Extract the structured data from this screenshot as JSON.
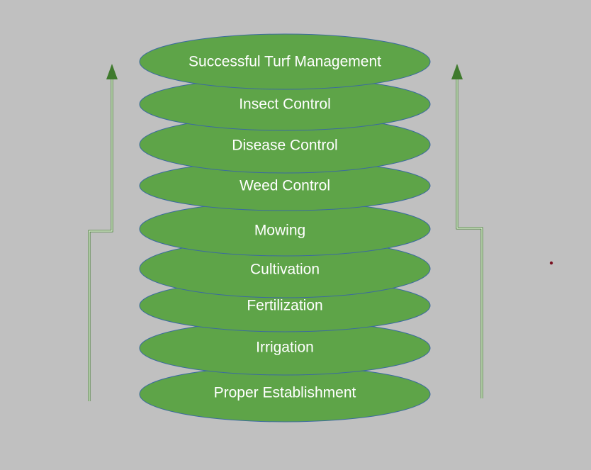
{
  "diagram": {
    "layers_top_to_bottom": [
      "Successful Turf Management",
      "Insect Control",
      "Disease Control",
      "Weed Control",
      "Mowing",
      "Cultivation",
      "Fertilization",
      "Irrigation",
      "Proper Establishment"
    ],
    "colors": {
      "background": "#c0c0c0",
      "layer_fill": "#5ea448",
      "layer_outline": "#3b6aa0",
      "arrow": "#3f7a2d",
      "arrow_inner": "#d8e8d0",
      "dot": "#7a1020"
    }
  }
}
